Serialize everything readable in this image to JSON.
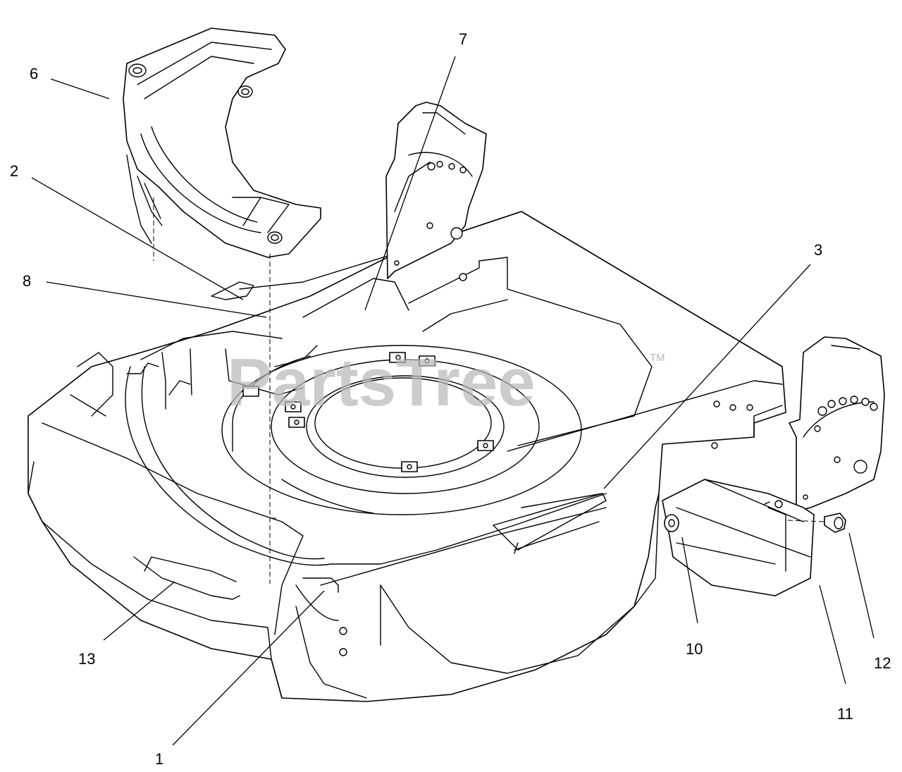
{
  "diagram": {
    "watermark": "PartsTree",
    "trademark": "TM",
    "callouts": {
      "c1": "1",
      "c2": "2",
      "c3": "3",
      "c6": "6",
      "c7": "7",
      "c8": "8",
      "c10": "10",
      "c11": "11",
      "c12": "12",
      "c13": "13"
    }
  }
}
